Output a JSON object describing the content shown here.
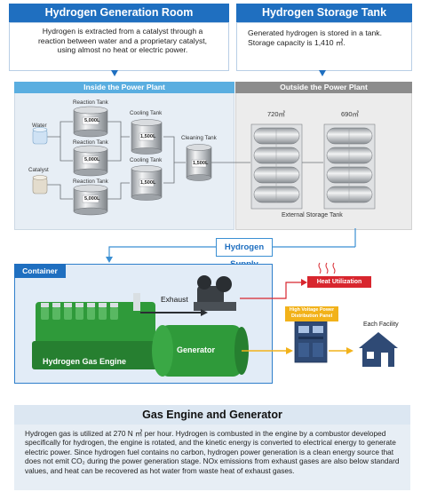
{
  "generation_room": {
    "title": "Hydrogen Generation Room",
    "text": "Hydrogen is extracted from a catalyst through a reaction between water and a proprietary catalyst, using almost no heat or electric power."
  },
  "storage_tank": {
    "title": "Hydrogen Storage Tank",
    "text": "Generated hydrogen is stored in a tank. Storage capacity is 1,410 ㎥."
  },
  "inside_plant": {
    "title": "Inside the Power Plant",
    "water": "Water",
    "catalyst": "Catalyst",
    "reaction_tank": "Reaction Tank",
    "reaction_capacity": "5,000L",
    "cooling_tank": "Cooling Tank",
    "cooling_capacity": "1,500L",
    "cleaning_tank": "Cleaning Tank",
    "cleaning_capacity": "1,500L"
  },
  "outside_plant": {
    "title": "Outside the Power Plant",
    "tank1_volume": "720㎥",
    "tank2_volume": "690㎥",
    "storage_label": "External Storage Tank"
  },
  "supply_label": "Hydrogen Supply",
  "container": {
    "title": "Container",
    "exhaust": "Exhaust",
    "engine": "Hydrogen Gas Engine",
    "generator": "Generator"
  },
  "heat_utilization": "Heat Utilization",
  "distribution_panel": "High Voltage Power Distribution Panel",
  "each_facility": "Each Facility",
  "engine_section": {
    "title": "Gas Engine and Generator",
    "text": "Hydrogen gas is utilized at 270 N ㎥ per hour. Hydrogen is combusted in the engine by a combustor developed specifically for hydrogen, the engine is rotated, and the kinetic energy is converted to electrical energy to generate electric power. Since hydrogen fuel contains no carbon, hydrogen power generation is a clean energy source that does not emit CO₂ during the power generation stage. NOx emissions from exhaust gases are also below standard values, and heat can be recovered as hot water from waste heat of exhaust gases."
  },
  "colors": {
    "brand_blue": "#1f6fc0",
    "engine_green": "#2f9a3a",
    "heat_red": "#d8262e",
    "power_yellow": "#f2b21a",
    "inside_header": "#5aaee0",
    "outside_header": "#8c8c8c"
  }
}
